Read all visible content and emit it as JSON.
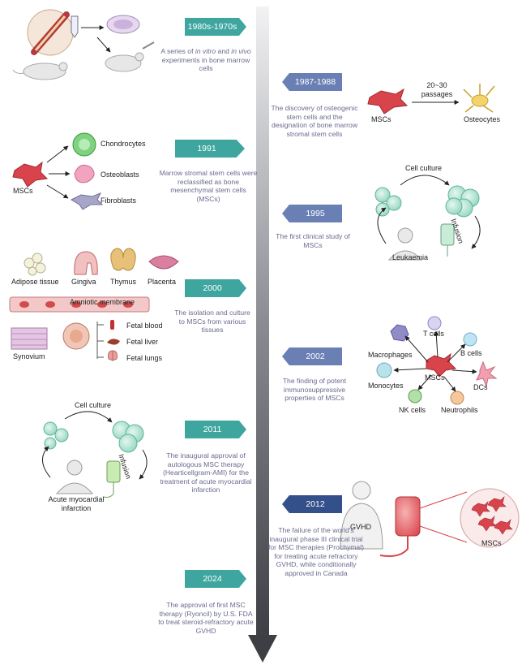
{
  "timeline": [
    {
      "year": "1980s-1970s",
      "desc_pre": "A series of ",
      "desc_em1": "in vitro",
      "desc_mid": " and ",
      "desc_em2": "in vivo",
      "desc_post": " experiments in bone marrow cells"
    },
    {
      "year": "1987-1988",
      "desc": "The discovery of osteogenic stem cells and the designation of bone marrow stromal stem cells"
    },
    {
      "year": "1991",
      "desc": "Marrow stromal stem cells were reclassified as bone mesenchymal stem cells (MSCs)"
    },
    {
      "year": "1995",
      "desc": "The first clinical study of MSCs"
    },
    {
      "year": "2000",
      "desc": "The isolation and culture to MSCs from various tissues"
    },
    {
      "year": "2002",
      "desc": "The finding of potent immunosuppressive properties of MSCs"
    },
    {
      "year": "2011",
      "desc": "The inaugural approval of autologous MSC therapy (Hearticellgram-AMI) for the treatment of acute myocardial infarction"
    },
    {
      "year": "2012",
      "desc": "The failure of the world's inaugural phase III clinical trial for MSC therapies (Prochymal) for treating acute refractory GVHD, while conditionally approved in Canada"
    },
    {
      "year": "2024",
      "desc": "The approval of first MSC therapy (Ryoncil) by U.S. FDA to treat steroid-refractory acute GVHD"
    }
  ],
  "labels": {
    "mscs": "MSCs",
    "passages": "20~30\npassages",
    "osteocytes": "Osteocytes",
    "chondrocytes": "Chondrocytes",
    "osteoblasts": "Osteoblasts",
    "fibroblasts": "Fibroblasts",
    "cell_culture": "Cell culture",
    "infusion": "Infusion",
    "leukaemia": "Leukaemia",
    "adipose": "Adipose tissue",
    "gingiva": "Gingiva",
    "thymus": "Thymus",
    "placenta": "Placenta",
    "amniotic": "Amniotic membrane",
    "synovium": "Synovium",
    "fetal_blood": "Fetal blood",
    "fetal_liver": "Fetal liver",
    "fetal_lungs": "Fetal lungs",
    "t_cells": "T cells",
    "macrophages": "Macrophages",
    "b_cells": "B cells",
    "monocytes": "Monocytes",
    "dcs": "DCs",
    "nk_cells": "NK cells",
    "neutrophils": "Neutrophils",
    "ami": "Acute myocardial\ninfarction",
    "gvhd": "GVHD"
  },
  "colors": {
    "teal": "#3fa59f",
    "blue": "#6a7fb4",
    "dark_blue": "#34508a",
    "desc_text": "#6a6a90",
    "msc_red": "#d9434b"
  }
}
